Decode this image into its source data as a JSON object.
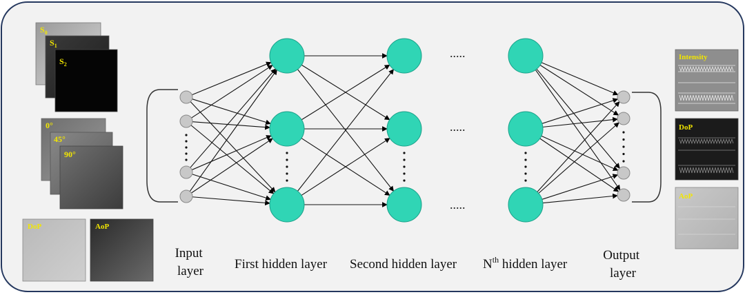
{
  "input_images": {
    "stokes": [
      "S",
      "S",
      "S"
    ],
    "stokes_subscripts": [
      "0",
      "1",
      "2"
    ],
    "angles": [
      "0°",
      "45°",
      "90°"
    ],
    "bottom": [
      "DoP",
      "AoP"
    ]
  },
  "output_images": [
    "Intensity",
    "DoP",
    "AoP"
  ],
  "layers": {
    "input": [
      "Input",
      "layer"
    ],
    "first_hidden": "First hidden layer",
    "second_hidden": "Second hidden layer",
    "nth_hidden_base": "N",
    "nth_hidden_sup": "th",
    "nth_hidden_rest": " hidden layer",
    "output": [
      "Output",
      "layer"
    ]
  },
  "ellipsis": ".....",
  "colors": {
    "hidden_node": "#30d5b5",
    "io_node": "#c8c8c8",
    "frame_border": "#24375e",
    "frame_fill": "#f2f2f2",
    "label_yellow": "#f2e600"
  }
}
